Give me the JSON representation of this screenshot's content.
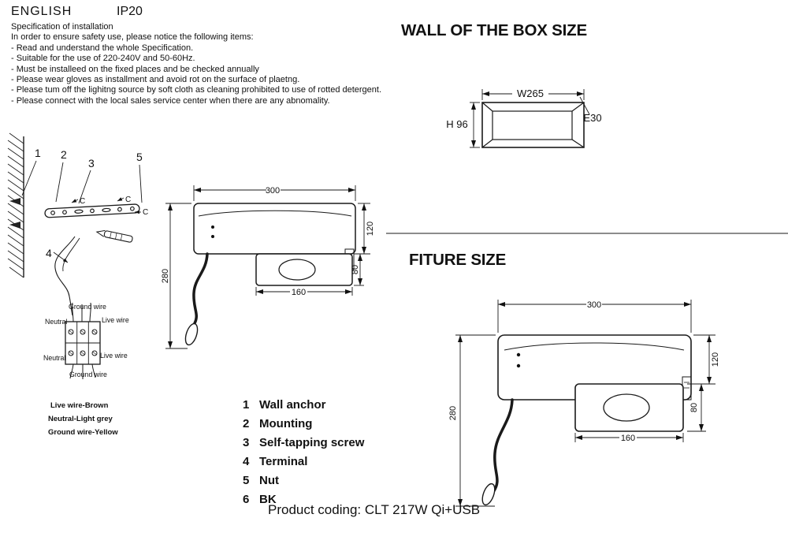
{
  "header": {
    "language": "ENGLISH",
    "ip_rating": "IP20"
  },
  "spec": {
    "title": "Specification of installation",
    "intro": "In order to ensure safety use, please notice the following items:",
    "items": [
      "- Read and understand the whole Specification.",
      "- Suitable for the use of 220-240V and 50-60Hz.",
      "- Must be installeed on the fixed places and be checked annually",
      "- Please wear gloves as installment and avoid rot on the surface of plaetng.",
      "- Please tum off the lighitng source by soft cloth as cleaning prohibited to use of rotted detergent.",
      "- Please connect with the local sales service center when there are any abnomality."
    ]
  },
  "wall_box": {
    "title": "WALL OF THE BOX SIZE",
    "dims": {
      "width": "W265",
      "height": "H 96",
      "depth": "E30"
    }
  },
  "fixture": {
    "title": "FITURE SIZE",
    "dims": {
      "width": "300",
      "height": "280",
      "upper": "120",
      "switch_height": "80",
      "switch_width": "160"
    }
  },
  "center_fixture": {
    "dims": {
      "width": "300",
      "height": "280",
      "upper": "120",
      "switch_height": "80",
      "switch_width": "160"
    }
  },
  "install": {
    "callouts": {
      "c1": "1",
      "c2": "2",
      "c3": "3",
      "c5": "5",
      "c4": "4"
    },
    "section_marks": [
      "C",
      "C",
      "C"
    ],
    "wire_labels": {
      "top": "Ground wire",
      "left_top": "Neutral",
      "right_top": "Live wire",
      "left_bottom": "Neutral",
      "right_bottom": "Live wire",
      "bottom": "Ground wire"
    },
    "wire_colors": [
      "Live wire-Brown",
      "Neutral-Light grey",
      "Ground wire-Yellow"
    ]
  },
  "parts": [
    {
      "num": "1",
      "name": "Wall anchor"
    },
    {
      "num": "2",
      "name": "Mounting"
    },
    {
      "num": "3",
      "name": "Self-tapping screw"
    },
    {
      "num": "4",
      "name": "Terminal"
    },
    {
      "num": "5",
      "name": "Nut"
    },
    {
      "num": "6",
      "name": "BK"
    }
  ],
  "product": {
    "text": "Product coding: CLT 217W Qi+USB"
  }
}
